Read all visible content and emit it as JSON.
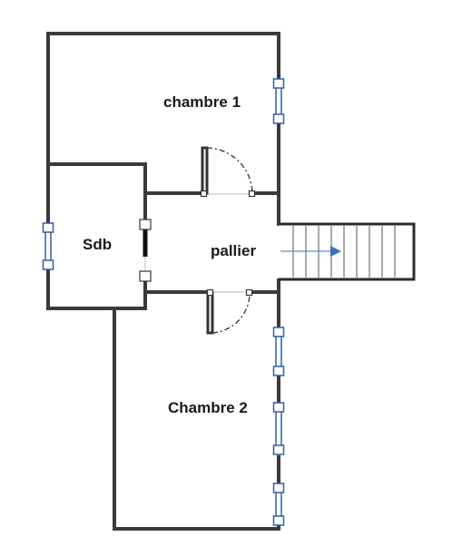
{
  "rooms": {
    "chambre_1": "chambre 1",
    "sdb": "Sdb",
    "pallier": "pallier",
    "chambre_2": "Chambre 2"
  },
  "colors": {
    "wall": "#3a3a3a",
    "window": "#2f5fa8",
    "stair_arrow": "#3d6fc0",
    "background": "#ffffff"
  },
  "symbols": {
    "window": "window-icon",
    "door": "door-icon",
    "sliding_door": "sliding-door-icon",
    "staircase": "staircase-icon"
  }
}
